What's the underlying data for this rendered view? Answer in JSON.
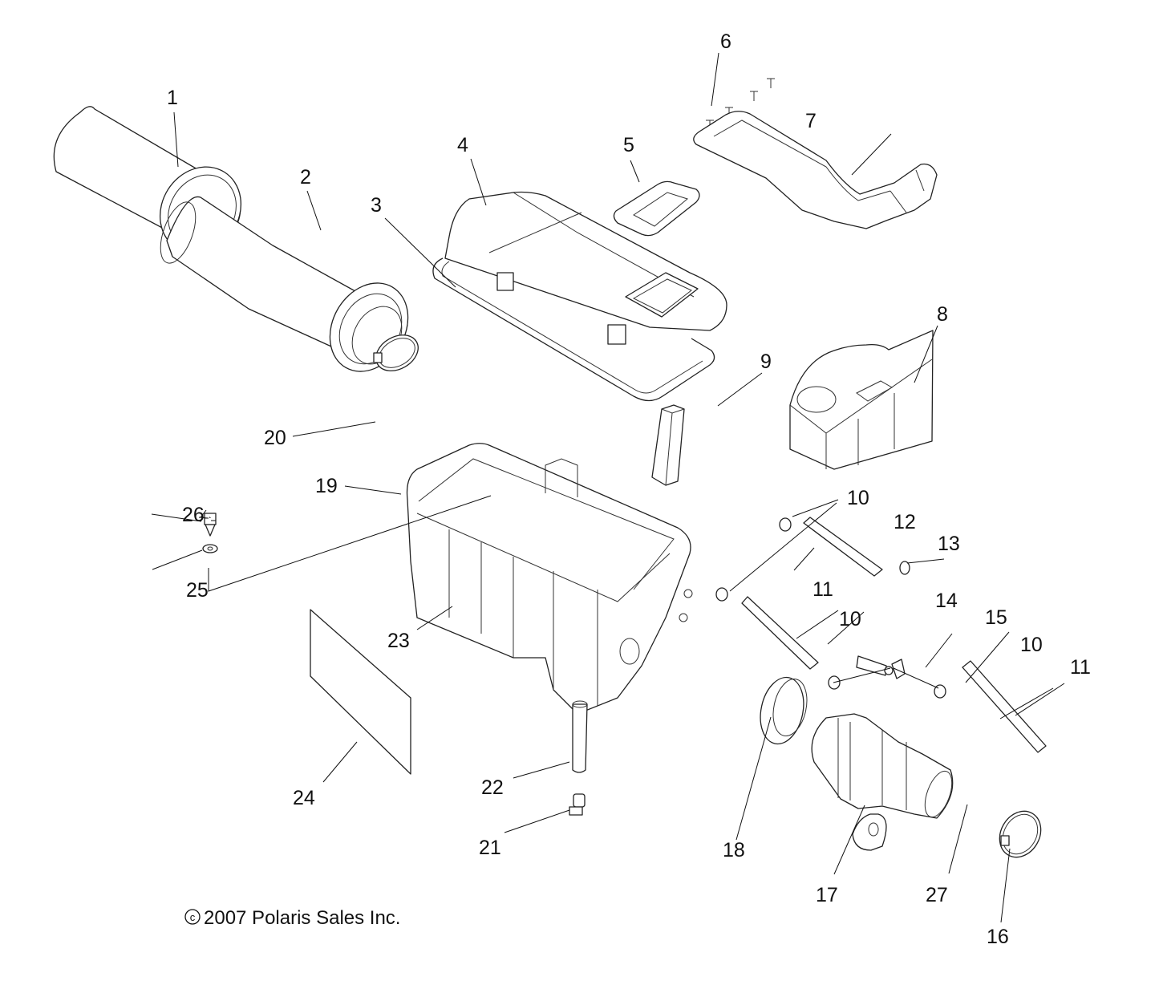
{
  "diagram": {
    "title": "Air Box / Intake Assembly Exploded View",
    "copyright": "2007 Polaris Sales Inc.",
    "copyright_symbol": "c",
    "callouts": [
      {
        "id": "c1",
        "label": "1",
        "part": "outer-pre-filter-sleeve"
      },
      {
        "id": "c2",
        "label": "2",
        "part": "air-filter-element"
      },
      {
        "id": "c3",
        "label": "3",
        "part": "air-box-seal"
      },
      {
        "id": "c4",
        "label": "4",
        "part": "air-box-cover"
      },
      {
        "id": "c5",
        "label": "5",
        "part": "cover-plate"
      },
      {
        "id": "c6",
        "label": "6",
        "part": "screws"
      },
      {
        "id": "c7",
        "label": "7",
        "part": "intake-duct"
      },
      {
        "id": "c8",
        "label": "8",
        "part": "foam-block"
      },
      {
        "id": "c9",
        "label": "9",
        "part": "foam-strip"
      },
      {
        "id": "c10a",
        "label": "10",
        "part": "hose-clamp"
      },
      {
        "id": "c10b",
        "label": "10",
        "part": "hose-clamp"
      },
      {
        "id": "c10c",
        "label": "10",
        "part": "hose-clamp"
      },
      {
        "id": "c11a",
        "label": "11",
        "part": "hose"
      },
      {
        "id": "c11b",
        "label": "11",
        "part": "hose"
      },
      {
        "id": "c12",
        "label": "12",
        "part": "hose"
      },
      {
        "id": "c13",
        "label": "13",
        "part": "spring-clip"
      },
      {
        "id": "c14",
        "label": "14",
        "part": "hose-retainer-clip"
      },
      {
        "id": "c15",
        "label": "15",
        "part": "check-valve"
      },
      {
        "id": "c16",
        "label": "16",
        "part": "band-clamp"
      },
      {
        "id": "c17",
        "label": "17",
        "part": "intake-boot"
      },
      {
        "id": "c18",
        "label": "18",
        "part": "ring-adapter"
      },
      {
        "id": "c19",
        "label": "19",
        "part": "clip"
      },
      {
        "id": "c20",
        "label": "20",
        "part": "band-clamp"
      },
      {
        "id": "c21",
        "label": "21",
        "part": "drain-plug"
      },
      {
        "id": "c22",
        "label": "22",
        "part": "drain-tube"
      },
      {
        "id": "c23",
        "label": "23",
        "part": "air-box-base"
      },
      {
        "id": "c24",
        "label": "24",
        "part": "decal"
      },
      {
        "id": "c25",
        "label": "25",
        "part": "washer"
      },
      {
        "id": "c26",
        "label": "26",
        "part": "bolt"
      },
      {
        "id": "c27",
        "label": "27",
        "part": "plug-cap"
      }
    ]
  }
}
